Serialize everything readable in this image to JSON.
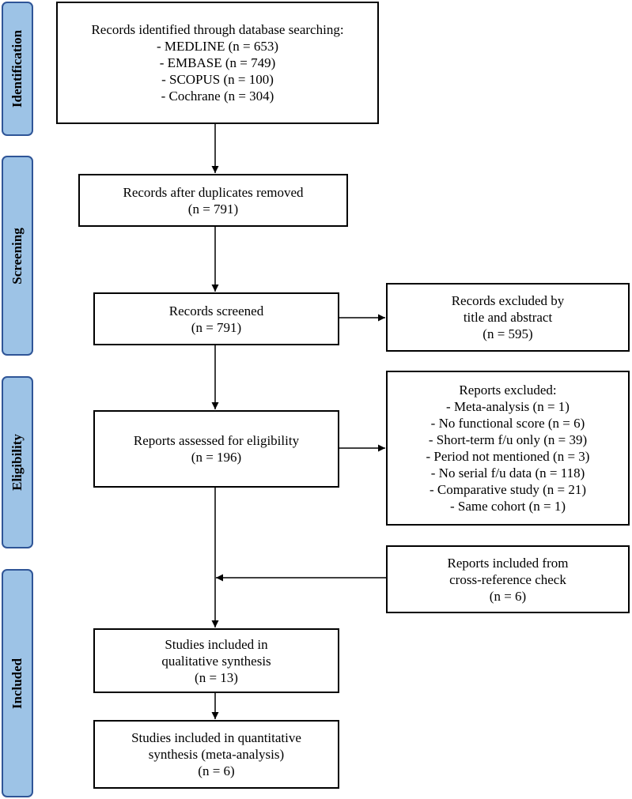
{
  "stages": [
    {
      "id": "identification",
      "label": "Identification"
    },
    {
      "id": "screening",
      "label": "Screening"
    },
    {
      "id": "eligibility",
      "label": "Eligibility"
    },
    {
      "id": "included",
      "label": "Included"
    }
  ],
  "boxes": {
    "identified": {
      "lines": [
        "Records identified through database searching:",
        "-  MEDLINE (n = 653)",
        "-  EMBASE (n = 749)",
        "-  SCOPUS (n = 100)",
        "-  Cochrane (n = 304)"
      ]
    },
    "duplicates_removed": {
      "lines": [
        "Records after duplicates removed",
        "(n = 791)"
      ]
    },
    "screened": {
      "lines": [
        "Records screened",
        "(n = 791)"
      ]
    },
    "excluded_title": {
      "lines": [
        "Records excluded by",
        "title and abstract",
        "(n = 595)"
      ]
    },
    "assessed": {
      "lines": [
        "Reports assessed for eligibility",
        "(n = 196)"
      ]
    },
    "reports_excluded": {
      "lines": [
        "Reports excluded:",
        "-  Meta-analysis (n = 1)",
        "-  No functional score (n = 6)",
        "-  Short-term f/u only (n = 39)",
        "-  Period not mentioned (n = 3)",
        "-  No serial f/u data (n = 118)",
        "-  Comparative study (n = 21)",
        "-  Same cohort (n = 1)"
      ]
    },
    "cross_reference": {
      "lines": [
        "Reports included from",
        "cross-reference check",
        "(n = 6)"
      ]
    },
    "qualitative": {
      "lines": [
        "Studies included in",
        "qualitative synthesis",
        "(n = 13)"
      ]
    },
    "quantitative": {
      "lines": [
        "Studies included in quantitative",
        "synthesis (meta-analysis)",
        "(n = 6)"
      ]
    }
  }
}
